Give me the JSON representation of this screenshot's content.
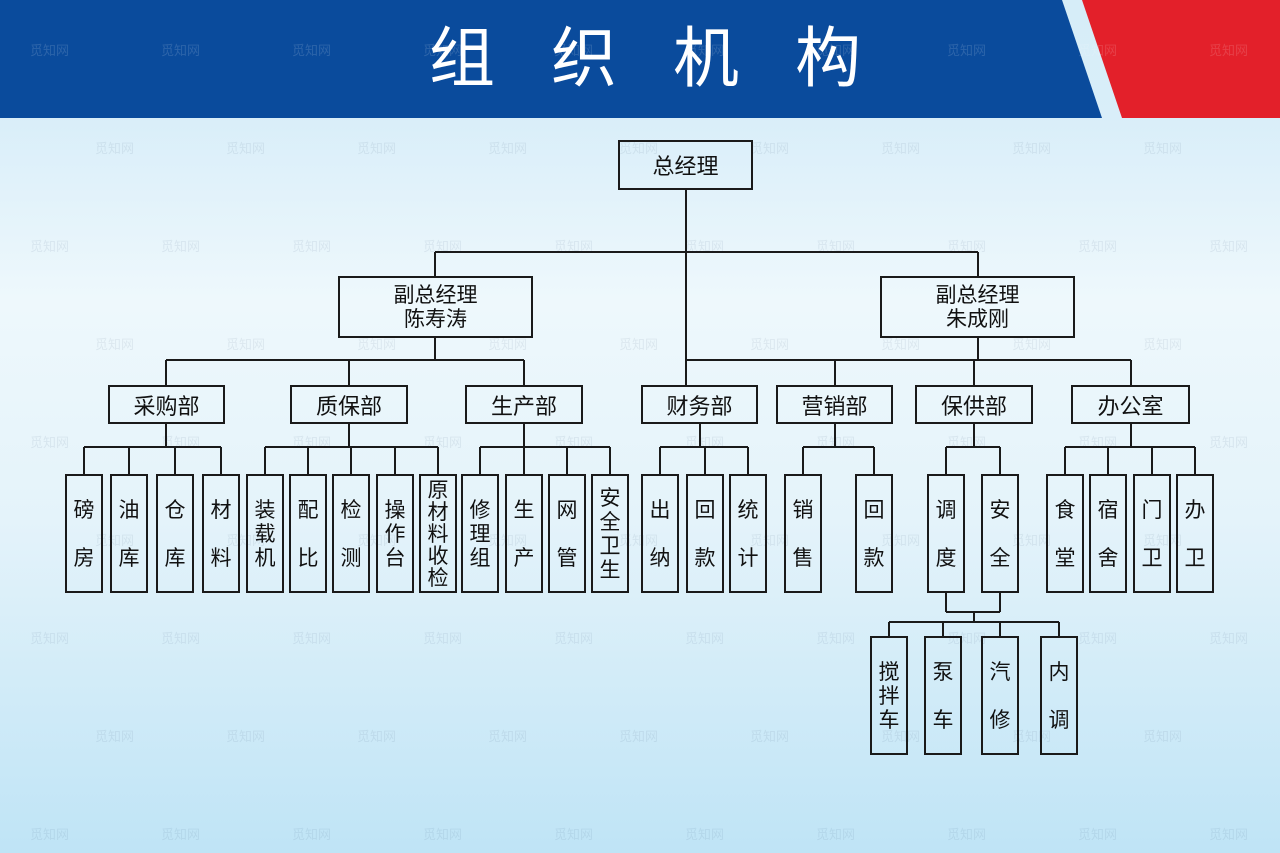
{
  "title": "组织机构",
  "watermark": "觅知网",
  "colors": {
    "header_blue": "#0a4b9c",
    "accent_red": "#e3202a",
    "line": "#1a1a1a"
  },
  "root": {
    "label": "总经理"
  },
  "vice_managers": [
    {
      "title": "副总经理",
      "name": "陈寿涛"
    },
    {
      "title": "副总经理",
      "name": "朱成刚"
    }
  ],
  "departments": [
    {
      "label": "采购部",
      "units": [
        "磅房",
        "油库",
        "仓库",
        "材料"
      ]
    },
    {
      "label": "质保部",
      "units": [
        "装载机",
        "配比",
        "检测",
        "操作台",
        "原材料收检"
      ]
    },
    {
      "label": "生产部",
      "units": [
        "修理组",
        "生产",
        "网管",
        "安全卫生"
      ]
    },
    {
      "label": "财务部",
      "units": [
        "出纳",
        "回款",
        "统计"
      ]
    },
    {
      "label": "营销部",
      "units": [
        "销售",
        "回款"
      ]
    },
    {
      "label": "保供部",
      "units": [
        "调度",
        "安全"
      ]
    },
    {
      "label": "办公室",
      "units": [
        "食堂",
        "宿舍",
        "门卫",
        "办卫"
      ]
    }
  ],
  "supply_sub_units": [
    "搅拌车",
    "泵车",
    "汽修",
    "内调"
  ]
}
